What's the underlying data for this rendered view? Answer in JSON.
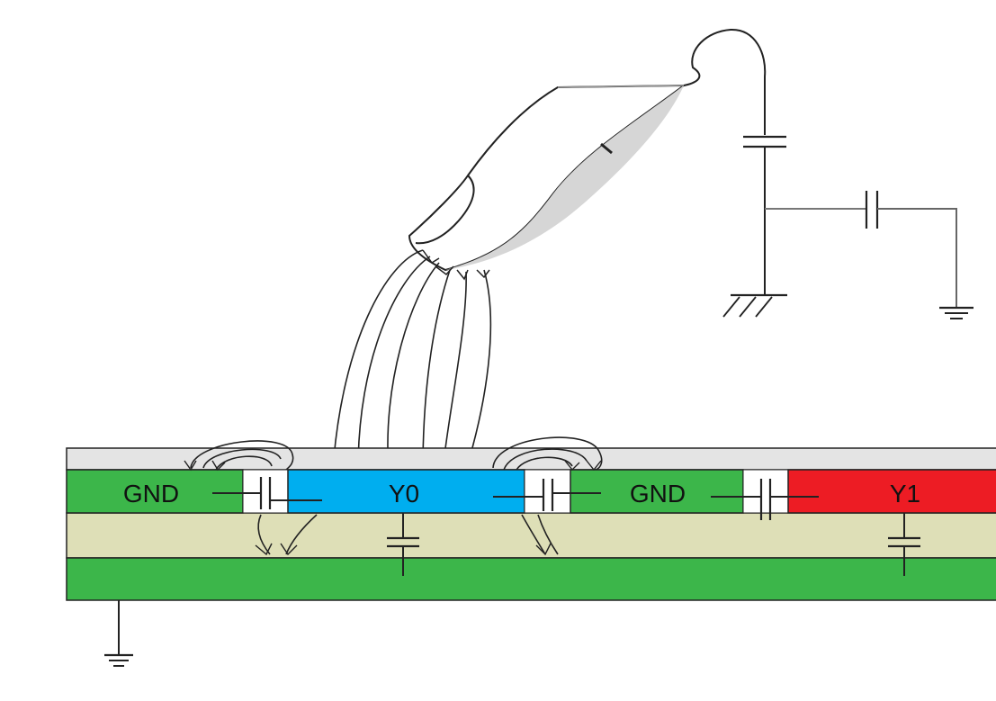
{
  "pads": {
    "gnd_left": "GND",
    "y0": "Y0",
    "gnd_right": "GND",
    "y1": "Y1"
  },
  "colors": {
    "overlay": "#e4e4e4",
    "gnd": "#3cb64a",
    "y0": "#00aeef",
    "y1": "#ed1c24",
    "substrate": "#dedfb7",
    "ground_plane": "#3cb64a",
    "gap": "#ffffff",
    "finger_shade": "#d6d6d6"
  }
}
